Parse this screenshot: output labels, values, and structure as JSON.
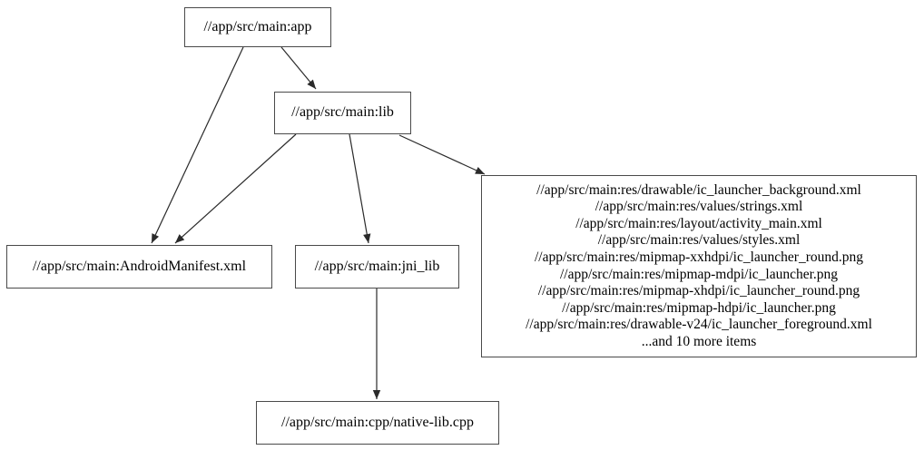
{
  "graph": {
    "type": "dependency-graph",
    "background_color": "#ffffff",
    "node_border_color": "#4a4a4a",
    "edge_color": "#2a2a2a",
    "text_color": "#000000",
    "nodes": {
      "app": {
        "label": "//app/src/main:app"
      },
      "lib": {
        "label": "//app/src/main:lib"
      },
      "manifest": {
        "label": "//app/src/main:AndroidManifest.xml"
      },
      "jni_lib": {
        "label": "//app/src/main:jni_lib"
      },
      "native_cpp": {
        "label": "//app/src/main:cpp/native-lib.cpp"
      },
      "resources": {
        "lines": [
          "//app/src/main:res/drawable/ic_launcher_background.xml",
          "//app/src/main:res/values/strings.xml",
          "//app/src/main:res/layout/activity_main.xml",
          "//app/src/main:res/values/styles.xml",
          "//app/src/main:res/mipmap-xxhdpi/ic_launcher_round.png",
          "//app/src/main:res/mipmap-mdpi/ic_launcher.png",
          "//app/src/main:res/mipmap-xhdpi/ic_launcher_round.png",
          "//app/src/main:res/mipmap-hdpi/ic_launcher.png",
          "//app/src/main:res/drawable-v24/ic_launcher_foreground.xml",
          "...and 10 more items"
        ]
      }
    },
    "edges": [
      {
        "from": "app",
        "to": "lib"
      },
      {
        "from": "app",
        "to": "manifest"
      },
      {
        "from": "lib",
        "to": "manifest"
      },
      {
        "from": "lib",
        "to": "jni_lib"
      },
      {
        "from": "lib",
        "to": "resources"
      },
      {
        "from": "jni_lib",
        "to": "native_cpp"
      }
    ]
  }
}
